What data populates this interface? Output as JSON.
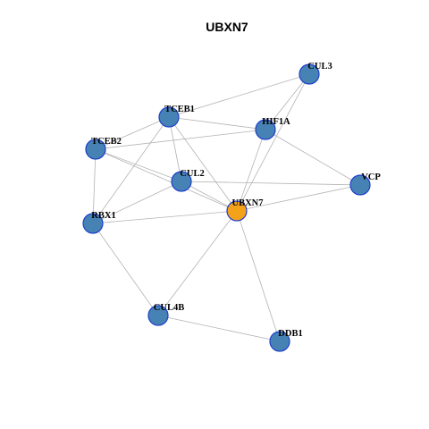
{
  "title": "UBXN7",
  "colors": {
    "node_fill": "#4682B4",
    "node_stroke": "#1E3FCC",
    "focus_fill": "#F5A21B",
    "focus_stroke": "#1E3FCC",
    "edge": "#B3B3B3"
  },
  "nodes": [
    {
      "id": "CUL3",
      "label": "CUL3",
      "focus": false
    },
    {
      "id": "TCEB1",
      "label": "TCEB1",
      "focus": false
    },
    {
      "id": "HIF1A",
      "label": "HIF1A",
      "focus": false
    },
    {
      "id": "TCEB2",
      "label": "TCEB2",
      "focus": false
    },
    {
      "id": "CUL2",
      "label": "CUL2",
      "focus": false
    },
    {
      "id": "VCP",
      "label": "VCP",
      "focus": false
    },
    {
      "id": "UBXN7",
      "label": "UBXN7",
      "focus": true
    },
    {
      "id": "RBX1",
      "label": "RBX1",
      "focus": false
    },
    {
      "id": "CUL4B",
      "label": "CUL4B",
      "focus": false
    },
    {
      "id": "DDB1",
      "label": "DDB1",
      "focus": false
    }
  ],
  "edges": [
    [
      "TCEB1",
      "CUL3"
    ],
    [
      "CUL3",
      "HIF1A"
    ],
    [
      "CUL3",
      "UBXN7"
    ],
    [
      "TCEB1",
      "HIF1A"
    ],
    [
      "TCEB1",
      "TCEB2"
    ],
    [
      "TCEB1",
      "CUL2"
    ],
    [
      "TCEB1",
      "UBXN7"
    ],
    [
      "TCEB1",
      "RBX1"
    ],
    [
      "TCEB2",
      "HIF1A"
    ],
    [
      "TCEB2",
      "CUL2"
    ],
    [
      "TCEB2",
      "UBXN7"
    ],
    [
      "TCEB2",
      "RBX1"
    ],
    [
      "HIF1A",
      "VCP"
    ],
    [
      "HIF1A",
      "UBXN7"
    ],
    [
      "CUL2",
      "UBXN7"
    ],
    [
      "CUL2",
      "VCP"
    ],
    [
      "CUL2",
      "RBX1"
    ],
    [
      "UBXN7",
      "VCP"
    ],
    [
      "UBXN7",
      "RBX1"
    ],
    [
      "UBXN7",
      "CUL4B"
    ],
    [
      "UBXN7",
      "DDB1"
    ],
    [
      "RBX1",
      "CUL4B"
    ],
    [
      "CUL4B",
      "DDB1"
    ]
  ]
}
